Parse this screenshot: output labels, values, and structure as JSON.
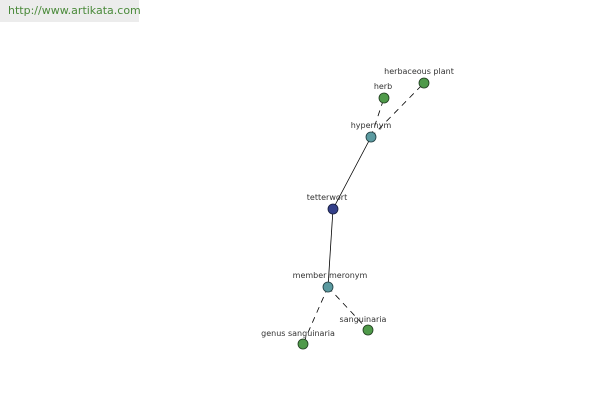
{
  "header": {
    "url_text": "http://www.artikata.com"
  },
  "colors": {
    "central": "#34408a",
    "relation": "#5b9aa0",
    "leaf": "#4f9a4a",
    "edge": "#000000",
    "url_text": "#4a8a3a"
  },
  "nodes": {
    "tetterwort": {
      "label": "tetterwort",
      "kind": "central"
    },
    "hypernym": {
      "label": "hypernym",
      "kind": "relation"
    },
    "member_meronym": {
      "label": "member meronym",
      "kind": "relation"
    },
    "herb": {
      "label": "herb",
      "kind": "leaf"
    },
    "herbaceous_plant": {
      "label": "herbaceous plant",
      "kind": "leaf"
    },
    "sanguinaria": {
      "label": "sanguinaria",
      "kind": "leaf"
    },
    "genus_sanguinaria": {
      "label": "genus sanguinaria",
      "kind": "leaf"
    }
  },
  "edges": [
    {
      "from": "tetterwort",
      "to": "hypernym",
      "style": "solid"
    },
    {
      "from": "tetterwort",
      "to": "member_meronym",
      "style": "solid"
    },
    {
      "from": "hypernym",
      "to": "herb",
      "style": "dashed"
    },
    {
      "from": "hypernym",
      "to": "herbaceous_plant",
      "style": "dashed"
    },
    {
      "from": "member_meronym",
      "to": "sanguinaria",
      "style": "dashed"
    },
    {
      "from": "member_meronym",
      "to": "genus_sanguinaria",
      "style": "dashed"
    }
  ]
}
